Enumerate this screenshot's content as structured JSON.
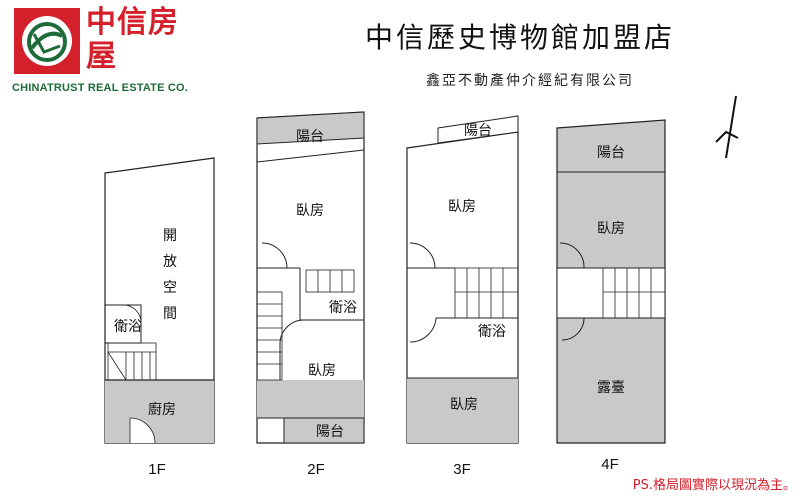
{
  "logo": {
    "zh": "中信房屋",
    "en": "CHINATRUST REAL ESTATE CO.",
    "brand_color": "#d4202b",
    "en_color": "#1e6b3a"
  },
  "header": {
    "title": "中信歷史博物館加盟店",
    "subtitle": "鑫亞不動產仲介經紀有限公司"
  },
  "north_arrow_icon": "north-arrow-icon",
  "floors": {
    "f1": {
      "label": "1F",
      "open_space": [
        "開",
        "放",
        "空",
        "間"
      ],
      "bath": "衛浴",
      "kitchen": "廚房"
    },
    "f2": {
      "label": "2F",
      "balcony_top": "陽台",
      "bedroom_top": "臥房",
      "bath": "衛浴",
      "bedroom_bottom": "臥房",
      "balcony_bottom": "陽台"
    },
    "f3": {
      "label": "3F",
      "balcony_top": "陽台",
      "bedroom_top": "臥房",
      "bath": "衛浴",
      "bedroom_bottom": "臥房"
    },
    "f4": {
      "label": "4F",
      "balcony_top": "陽台",
      "bedroom_top": "臥房",
      "terrace": "露臺"
    }
  },
  "note": "PS.格局圖實際以現況為主。",
  "colors": {
    "shade": "#c9c9c9",
    "line": "#222222"
  }
}
